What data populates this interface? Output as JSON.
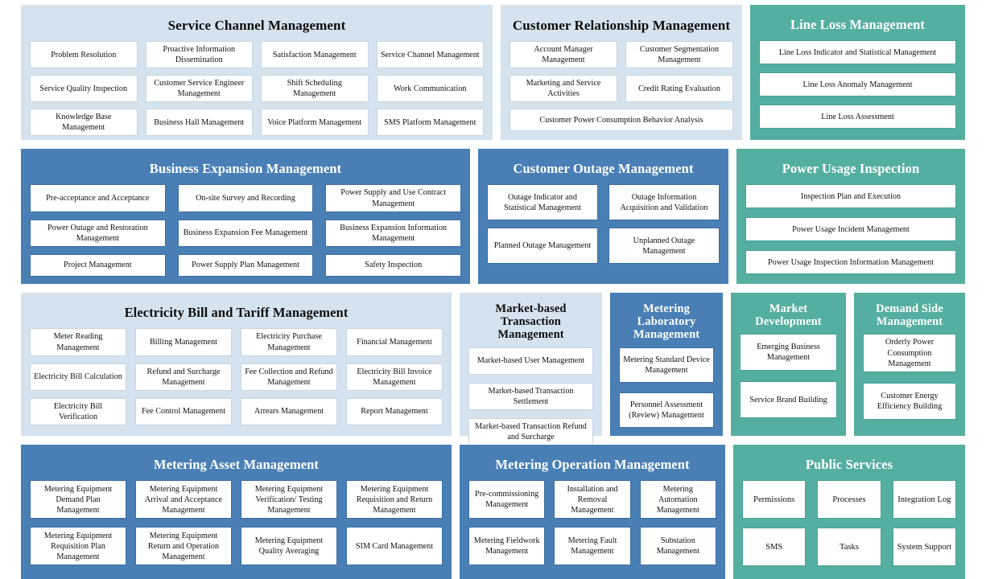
{
  "colors": {
    "light_blue": "#d5e3ef",
    "blue": "#497fb5",
    "teal": "#55afa0",
    "tile": "#ffffff",
    "page_background": "#ffffff"
  },
  "rows": [
    {
      "panels": [
        {
          "title": "Service Channel Management",
          "theme": "lightblue",
          "tiles": [
            "Problem Resolution",
            "Proactive Information Dissemination",
            "Satisfaction Management",
            "Service Channel Management",
            "Service Quality Inspection",
            "Customer Service Engineer Management",
            "Shift Scheduling Management",
            "Work Communication",
            "Knowledge Base Management",
            "Business Hall Management",
            "Voice Platform Management",
            "SMS Platform Management"
          ]
        },
        {
          "title": "Customer Relationship Management",
          "theme": "lightblue",
          "tiles": [
            "Account Manager Management",
            "Customer Segmentation Management",
            "Marketing and Service Activities",
            "Credit Rating Evaluation",
            "Customer Power Consumption Behavior Analysis"
          ]
        },
        {
          "title": "Line Loss Management",
          "theme": "teal",
          "tiles": [
            "Line Loss Indicator and Statistical Management",
            "Line Loss Anomaly Management",
            "Line Loss Assessment"
          ]
        }
      ]
    },
    {
      "panels": [
        {
          "title": "Business Expansion Management",
          "theme": "blue",
          "tiles": [
            "Pre-acceptance and Acceptance",
            "On-site Survey and Recording",
            "Power Supply and Use Contract Management",
            "Power Outage and Restoration Management",
            "Business Expansion Fee Management",
            "Business Expansion Information Management",
            "Project Management",
            "Power Supply Plan Management",
            "Safety Inspection"
          ]
        },
        {
          "title": "Customer Outage Management",
          "theme": "blue",
          "tiles": [
            "Outage Indicator and Statistical Management",
            "Outage Information Acquisition and Validation",
            "Planned Outage Management",
            "Unplanned Outage Management"
          ]
        },
        {
          "title": "Power Usage Inspection",
          "theme": "teal",
          "tiles": [
            "Inspection Plan and Execution",
            "Power Usage Incident Management",
            "Power Usage Inspection Information Management"
          ]
        }
      ]
    },
    {
      "panels": [
        {
          "title": "Electricity Bill and Tariff Management",
          "theme": "lightblue",
          "tiles": [
            "Meter Reading Management",
            "Billing Management",
            "Electricity Purchase Management",
            "Financial Management",
            "Electricity Bill Calculation",
            "Refund and Surcharge Management",
            "Fee Collection and Refund Management",
            "Electricity Bill Invoice Management",
            "Electricity Bill Verification",
            "Fee Control Management",
            "Arrears Management",
            "Report Management"
          ]
        },
        {
          "title": "Market-based Transaction Management",
          "theme": "lightblue",
          "tiles": [
            "Market-based User Management",
            "Market-based Transaction Settlement",
            "Market-based Transaction Refund and Surcharge"
          ]
        },
        {
          "title": "Metering Laboratory Management",
          "theme": "blue",
          "tiles": [
            "Metering Standard Device Management",
            "Personnel Assessment (Review) Management"
          ]
        },
        {
          "title": "Market Development",
          "theme": "teal",
          "tiles": [
            "Emerging Business Management",
            "Service Brand Building"
          ]
        },
        {
          "title": "Demand Side Management",
          "theme": "teal",
          "tiles": [
            "Orderly Power Consumption Management",
            "Customer Energy Efficiency Building"
          ]
        }
      ]
    },
    {
      "panels": [
        {
          "title": "Metering Asset Management",
          "theme": "blue",
          "tiles": [
            "Metering Equipment Demand Plan Management",
            "Metering Equipment Arrival and Acceptance Management",
            "Metering Equipment Verification/ Testing Management",
            "Metering Equipment Requisition and Return Management",
            "Metering Equipment Requisition Plan Management",
            "Metering Equipment Return and Operation Management",
            "Metering Equipment Quality Averaging",
            "SIM Card Management"
          ]
        },
        {
          "title": "Metering Operation Management",
          "theme": "blue",
          "tiles": [
            "Pre-commissioning Management",
            "Installation and Removal Management",
            "Metering Automation Management",
            "Metering Fieldwork Management",
            "Metering Fault Management",
            "Substation Management"
          ]
        },
        {
          "title": "Public Services",
          "theme": "teal",
          "tiles": [
            "Permissions",
            "Processes",
            "Integration Log",
            "SMS",
            "Tasks",
            "System Support"
          ]
        }
      ]
    }
  ]
}
